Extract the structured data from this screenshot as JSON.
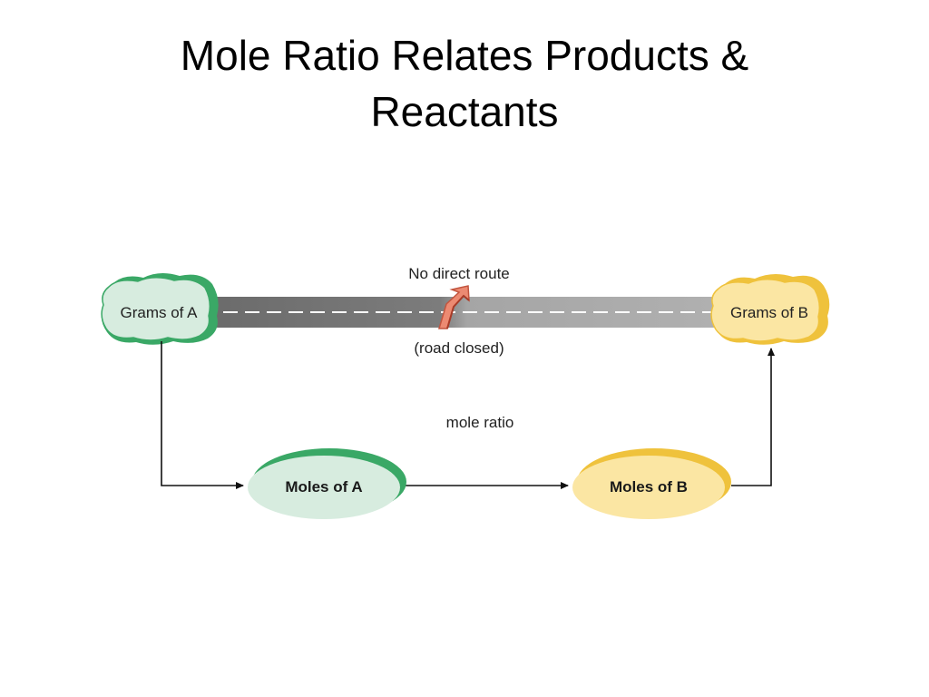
{
  "slide": {
    "title": "Mole Ratio Relates Products & Reactants"
  },
  "diagram": {
    "grams_a_label": "Grams of A",
    "grams_b_label": "Grams of B",
    "moles_a_label": "Moles of A",
    "moles_b_label": "Moles of B",
    "direct_route_label": "No direct route",
    "road_closed_label": "(road closed)",
    "mole_ratio_label": "mole ratio",
    "colors": {
      "green_fill": "#d7ecdf",
      "green_edge": "#3aa866",
      "yellow_fill": "#fbe6a3",
      "yellow_edge": "#efc23c",
      "road_dark": "#6e6e6e",
      "road_light": "#a9a9a9",
      "arrow": "#111111",
      "sign": "#e2735c"
    }
  }
}
